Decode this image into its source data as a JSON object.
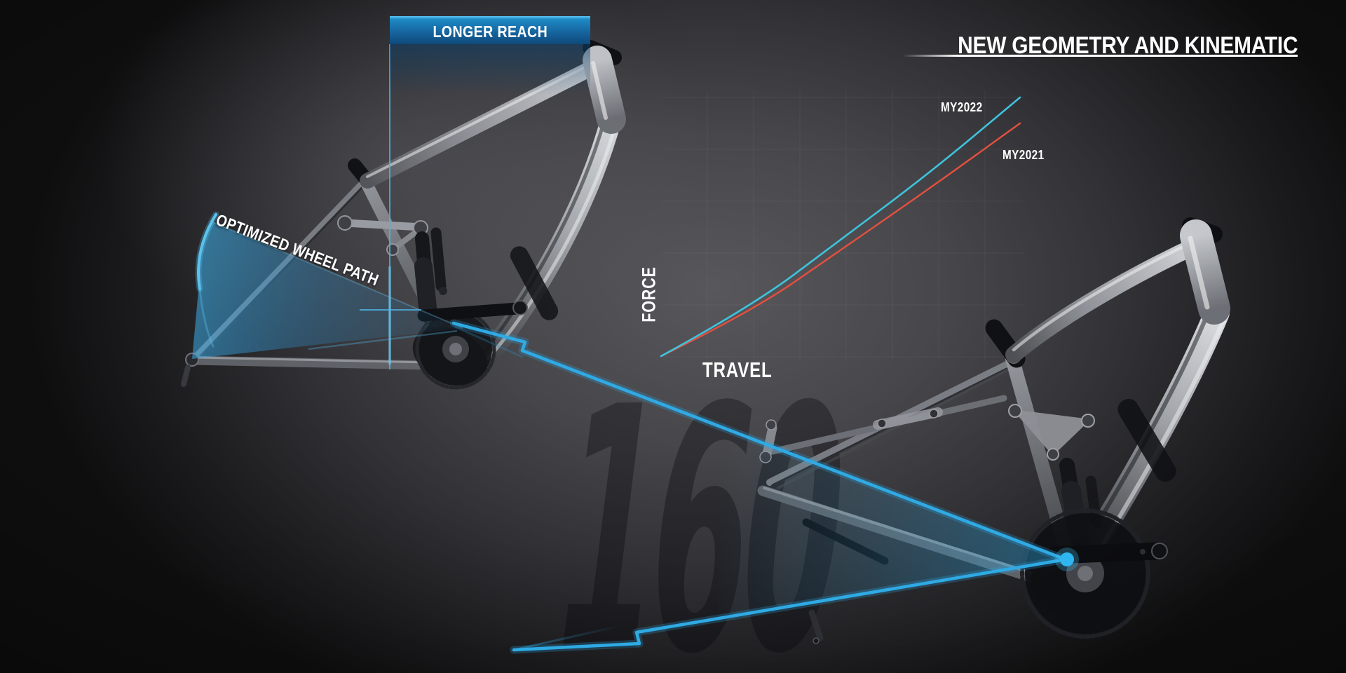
{
  "header": {
    "title": "NEW GEOMETRY AND KINEMATIC"
  },
  "callouts": {
    "longer_reach_label": "LONGER REACH",
    "optimized_wheel_path_label": "OPTIMIZED WHEEL PATH"
  },
  "watermark_travel_mm": "160",
  "chart_data": {
    "type": "line",
    "xlabel": "TRAVEL",
    "ylabel": "FORCE",
    "tick_labels": "none",
    "grid": "faint",
    "legend_position": "labels beside curve ends",
    "x_normalized": [
      0,
      0.25,
      0.5,
      0.75,
      1
    ],
    "ylim_normalized": [
      0,
      1
    ],
    "series": [
      {
        "name": "MY2021",
        "color": "#E5503E",
        "values_normalized": [
          0,
          0.17,
          0.41,
          0.65,
          0.9
        ]
      },
      {
        "name": "MY2022",
        "color": "#3FC3DC",
        "values_normalized": [
          0,
          0.19,
          0.45,
          0.71,
          1.0
        ]
      }
    ]
  },
  "colors": {
    "accent_blue": "#2FAAE4",
    "pivot_dot": "#2FB5EF",
    "callout_box_top": "#2E9FD9",
    "callout_box_bottom": "#0E4A7B",
    "my2022_curve": "#3FC3DC",
    "my2021_curve": "#E5503E",
    "text": "#FFFFFF",
    "background_center": "#47474B",
    "background_edge": "#0A0A0B"
  }
}
